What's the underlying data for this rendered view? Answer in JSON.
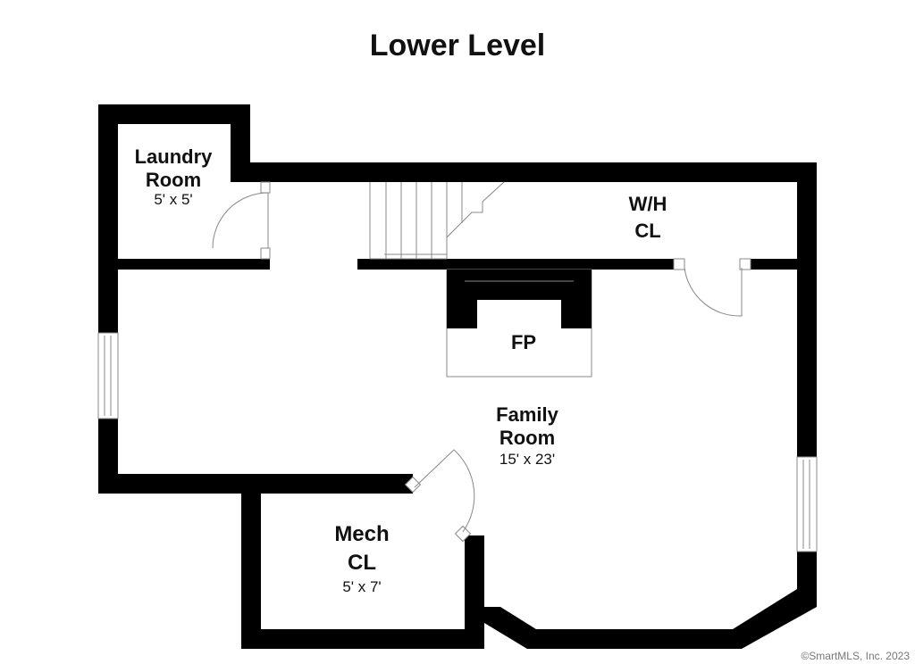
{
  "title": "Lower Level",
  "rooms": {
    "laundry": {
      "name_line1": "Laundry",
      "name_line2": "Room",
      "dimensions": "5' x 5'"
    },
    "wh_closet": {
      "name_line1": "W/H",
      "name_line2": "CL"
    },
    "fireplace": {
      "label": "FP"
    },
    "family": {
      "name_line1": "Family",
      "name_line2": "Room",
      "dimensions": "15' x 23'"
    },
    "mech": {
      "name_line1": "Mech",
      "name_line2": "CL",
      "dimensions": "5' x 7'"
    }
  },
  "copyright": "©SmartMLS, Inc.  2023",
  "colors": {
    "wall": "#000000",
    "background": "#ffffff",
    "fixture_line": "#888888"
  }
}
